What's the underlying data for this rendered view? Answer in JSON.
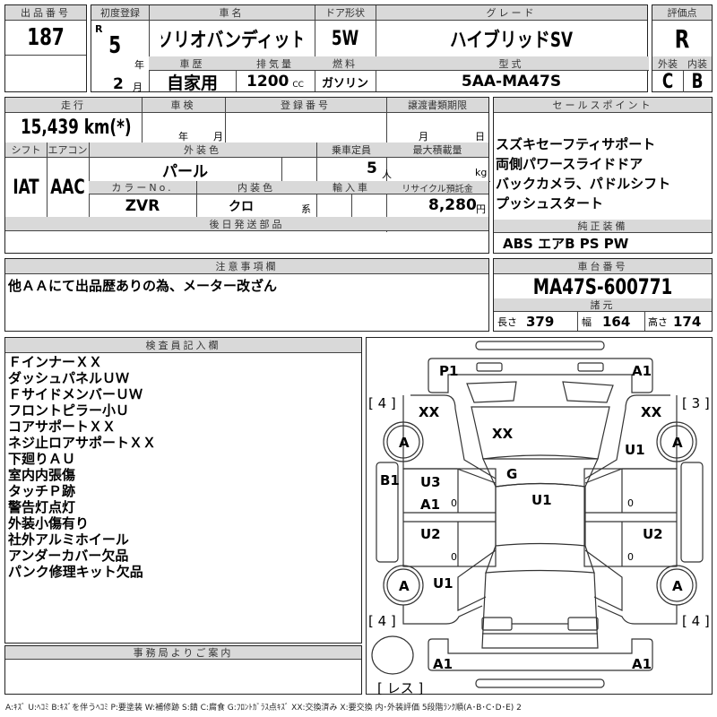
{
  "lot": {
    "label": "出品番号",
    "value": "187"
  },
  "first_reg": {
    "label": "初度登録",
    "era": "R",
    "year": "5",
    "year_unit": "年",
    "month": "2",
    "month_unit": "月"
  },
  "car_name": {
    "label": "車名",
    "value": "ソリオバンディット"
  },
  "door": {
    "label": "ドア形状",
    "value": "5W"
  },
  "grade": {
    "label": "グレード",
    "value": "ハイブリッドSV"
  },
  "history": {
    "label": "車歴",
    "value": "自家用"
  },
  "displacement": {
    "label": "排気量",
    "value": "1200",
    "unit": "CC"
  },
  "fuel": {
    "label": "燃料",
    "value": "ガソリン"
  },
  "model": {
    "label": "型式",
    "value": "5AA-MA47S"
  },
  "score": {
    "label": "評価点",
    "value": "R",
    "ext_label": "外装",
    "int_label": "内装",
    "ext": "C",
    "int": "B"
  },
  "mileage": {
    "label": "走行",
    "value": "15,439 km(*)"
  },
  "inspection": {
    "label": "車検",
    "year_unit": "年",
    "month_unit": "月"
  },
  "reg_no": {
    "label": "登録番号"
  },
  "transfer": {
    "label": "譲渡書類期限",
    "month_unit": "月",
    "day_unit": "日"
  },
  "shift": {
    "label": "シフト",
    "value": "IAT"
  },
  "ac": {
    "label": "エアコン",
    "value": "AAC"
  },
  "ext_color": {
    "label": "外装色",
    "value": "パール"
  },
  "capacity": {
    "label": "乗車定員",
    "value": "5",
    "unit": "人"
  },
  "max_load": {
    "label": "最大積載量",
    "unit": "kg"
  },
  "color_no": {
    "label": "カラーNo.",
    "value": "ZVR"
  },
  "int_color": {
    "label": "内装色",
    "value": "クロ",
    "unit": "系"
  },
  "import": {
    "label": "輸入車"
  },
  "recycle": {
    "label": "リサイクル預託金",
    "value": "8,280",
    "unit": "円"
  },
  "later_parts": {
    "label": "後日発送部品"
  },
  "sales": {
    "label": "セールスポイント",
    "lines": [
      "スズキセーフティサポート",
      "両側パワースライドドア",
      "バックカメラ、パドルシフト",
      "プッシュスタート"
    ]
  },
  "equipment": {
    "label": "純正装備",
    "value": "ABS エアB PS PW"
  },
  "notes": {
    "label": "注意事項欄",
    "value": "他ＡＡにて出品歴ありの為、メーター改ざん"
  },
  "chassis": {
    "label": "車台番号",
    "value": "MA47S-600771"
  },
  "specs": {
    "label": "諸元",
    "length_label": "長さ",
    "length": "379",
    "width_label": "幅",
    "width": "164",
    "height_label": "高さ",
    "height": "174"
  },
  "inspector": {
    "label": "検査員記入欄",
    "lines": [
      "ＦインナーＸＸ",
      "ダッシュパネルＵＷ",
      "ＦサイドメンバーＵＷ",
      "フロントピラー小Ｕ",
      "コアサポートＸＸ",
      "ネジ止ロアサポートＸＸ",
      "下廻りＡＵ",
      "室内内張傷",
      "タッチＰ跡",
      "警告灯点灯",
      "外装小傷有り",
      "社外アルミホイール",
      "アンダーカバー欠品",
      "パンク修理キット欠品"
    ]
  },
  "office": {
    "label": "事務局よりご案内"
  },
  "diagram": {
    "marks": {
      "front_left": "P1",
      "front_right": "A1",
      "fender_fl": "XX",
      "fender_fr": "XX",
      "hood": "XX",
      "fender_fr2": "U1",
      "windshield": "G",
      "roof": "U1",
      "step_left": "B1",
      "door_fl1": "U3",
      "door_fl2": "A1",
      "door_rl": "U2",
      "door_rr": "U2",
      "quarter_rl": "U1",
      "rear_left": "A1",
      "rear_right": "A1",
      "wheel_fl": "A",
      "wheel_fr": "A",
      "wheel_rl": "A",
      "wheel_rr": "A",
      "zero": "0"
    },
    "tread": {
      "fl": "[ 4 ]",
      "fr": "[ 3 ]",
      "rl": "[ 4 ]",
      "rr": "[ 4 ]",
      "spare": "[ レス ]"
    }
  },
  "legend": "A:ｷｽﾞ U:ﾍｺﾐ B:ｷｽﾞを伴うﾍｺﾐ P:要塗装 W:補修跡 S:錆 C:腐食 G:ﾌﾛﾝﾄｶﾞﾗｽ点ｷｽﾞ XX:交換済み X:要交換 内･外装評価 5段階ﾗﾝｸ順(A･B･C･D･E) 2"
}
